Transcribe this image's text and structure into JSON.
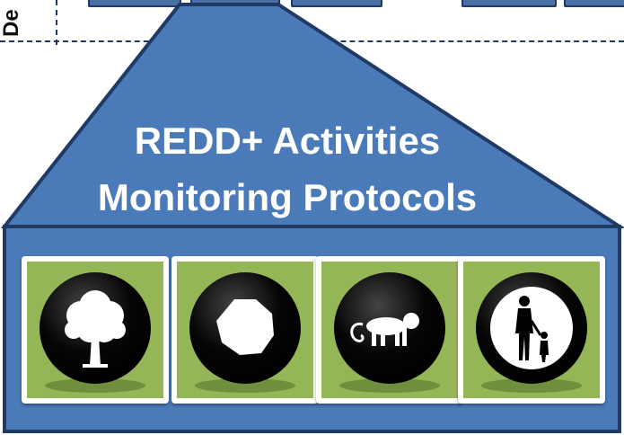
{
  "side_label": "De",
  "title": {
    "line1": "REDD+ Activities",
    "line2": "Monitoring  Protocols"
  },
  "protocols": [
    {
      "icon": "tree-icon"
    },
    {
      "icon": "octagon-icon"
    },
    {
      "icon": "monkey-icon"
    },
    {
      "icon": "adult-and-child-icon"
    }
  ],
  "colors": {
    "panel_fill": "#4a7ab8",
    "panel_border": "#1f3a64",
    "tile_background": "#95b657",
    "badge": "#000000",
    "title_text": "#ffffff"
  }
}
